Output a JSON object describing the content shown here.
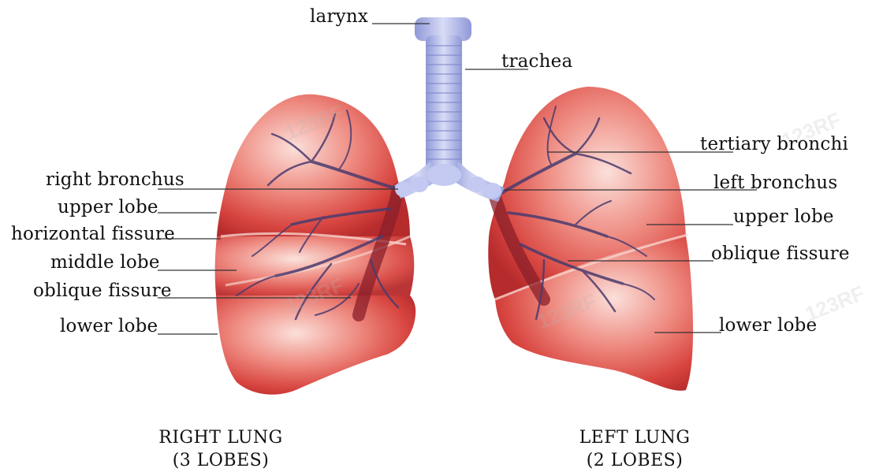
{
  "labels": {
    "larynx": "larynx",
    "trachea": "trachea",
    "tertiary_bronchi": "tertiary bronchi",
    "right_bronchus": "right bronchus",
    "left_bronchus": "left bronchus",
    "right_upper_lobe": "upper lobe",
    "left_upper_lobe": "upper lobe",
    "horizontal_fissure": "horizontal fissure",
    "middle_lobe": "middle lobe",
    "right_oblique_fissure": "oblique fissure",
    "left_oblique_fissure": "oblique fissure",
    "right_lower_lobe": "lower lobe",
    "left_lower_lobe": "lower lobe"
  },
  "captions": {
    "right_lung_title": "RIGHT LUNG",
    "right_lung_lobes": "(3 LOBES)",
    "left_lung_title": "LEFT LUNG",
    "left_lung_lobes": "(2 LOBES)"
  },
  "watermark": "123RF",
  "colors": {
    "lung_light": "#f6c3b9",
    "lung_mid": "#e2584f",
    "lung_dark": "#b6262a",
    "airway": "#aeb6ea",
    "bronchi": "#4b3b6e",
    "leader_line": "#333333"
  }
}
